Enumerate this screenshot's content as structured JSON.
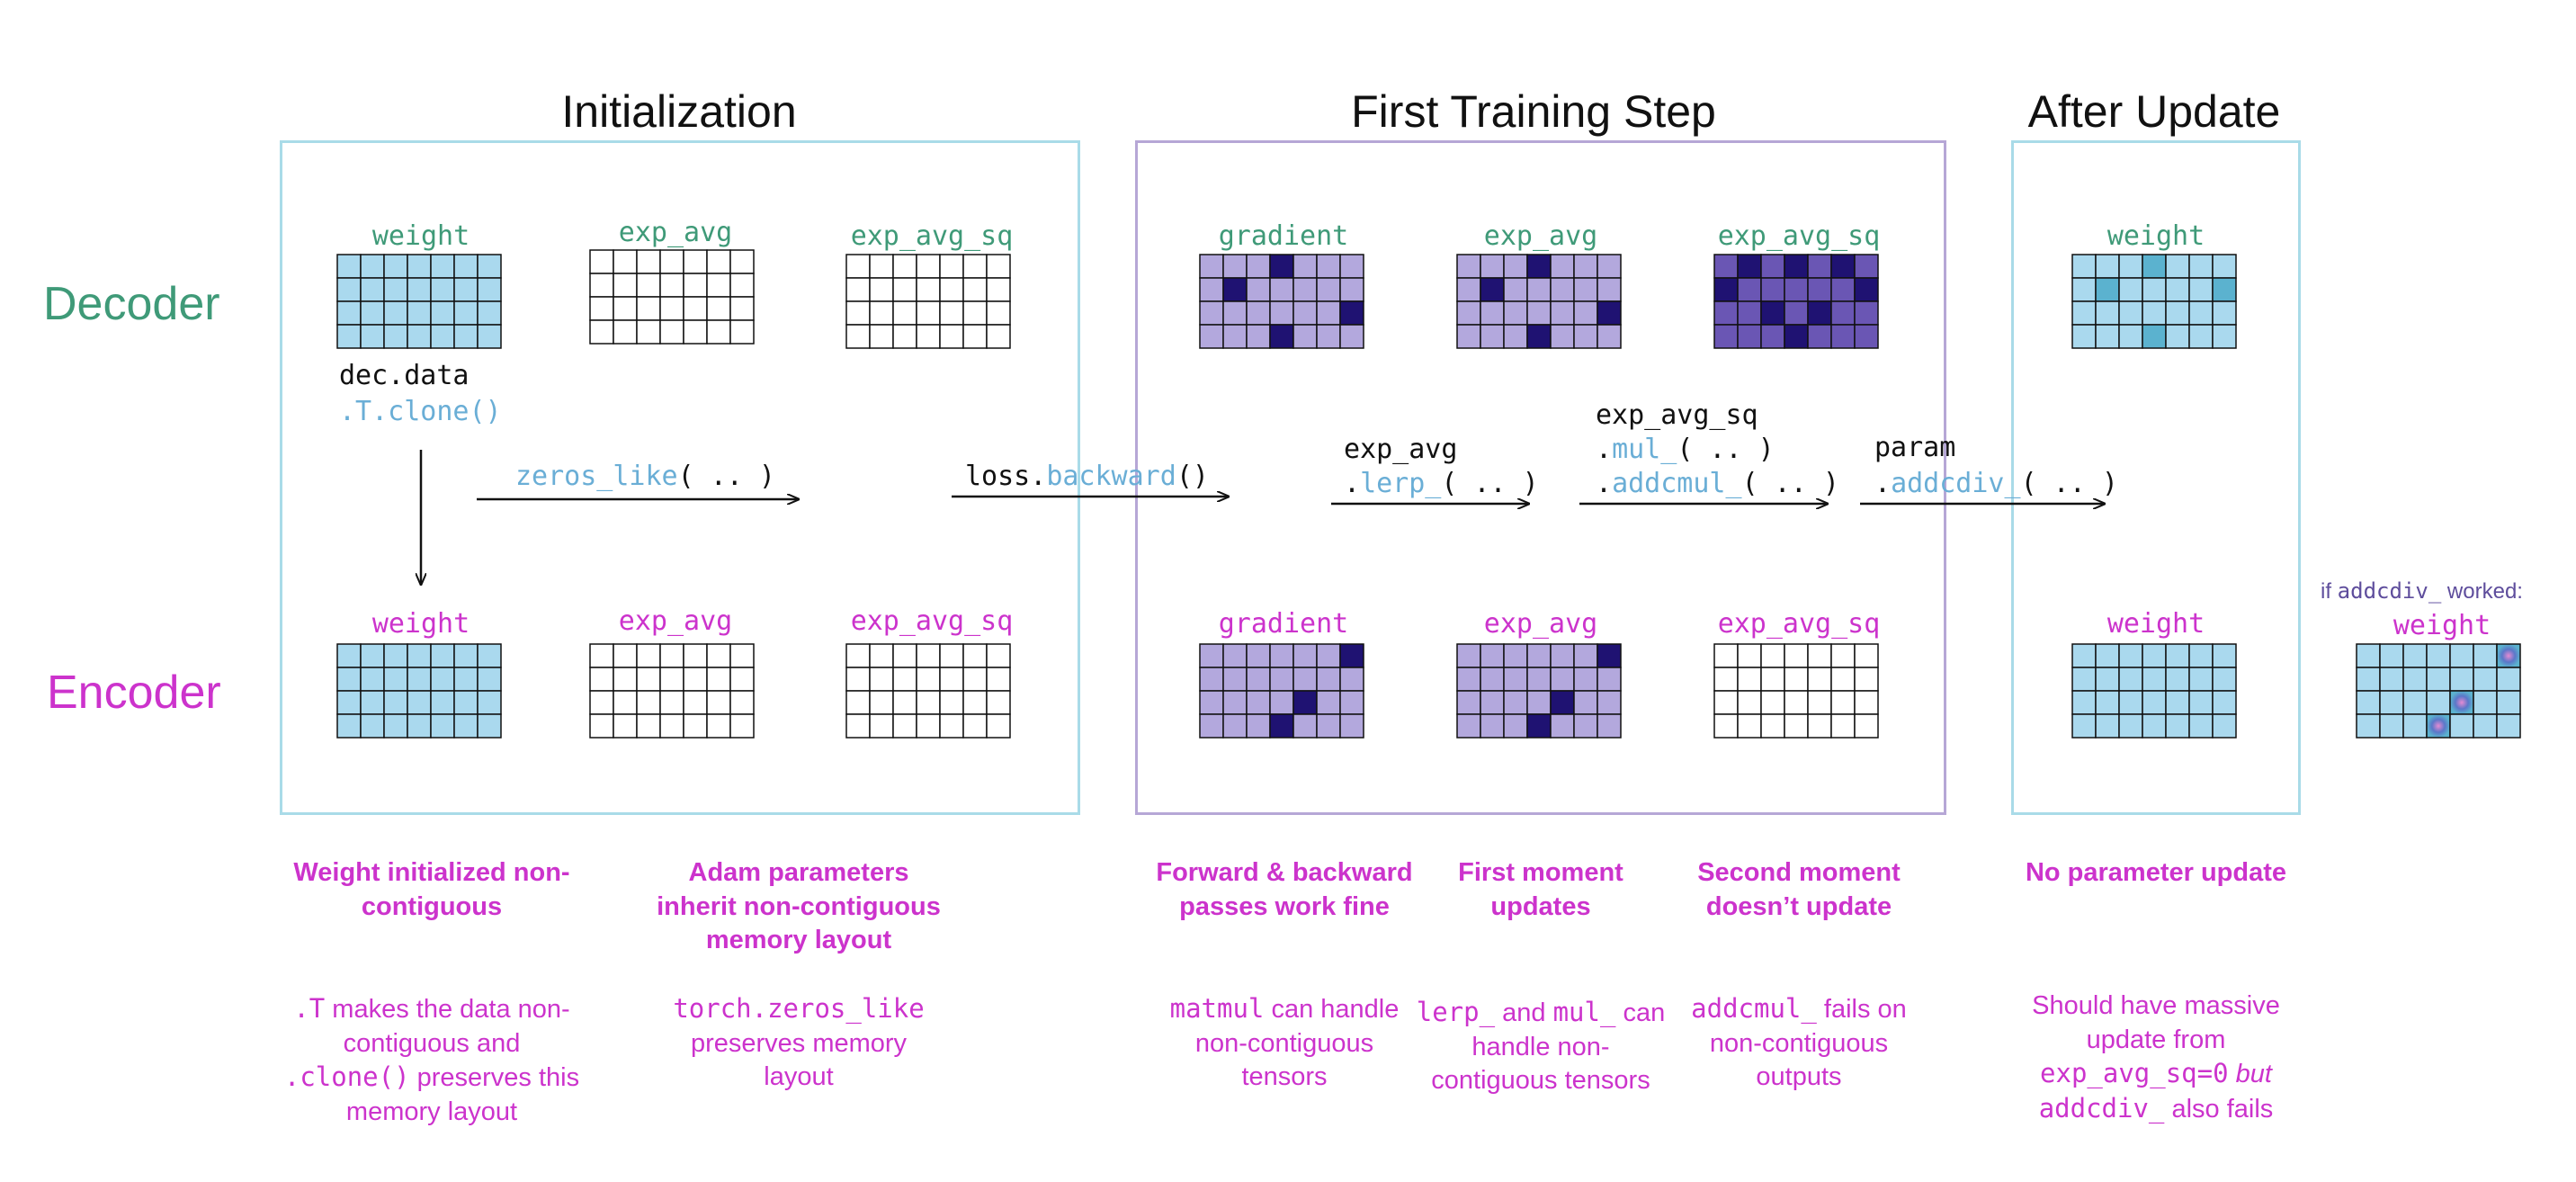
{
  "colors": {
    "decoder": "#3f9a78",
    "encoder": "#cc33cc",
    "init_frame": "#a9dbe8",
    "train_frame": "#b6a7d6",
    "cell_blue": "#aad9ee",
    "cell_light_purple": "#b3a8dd",
    "cell_dark": "#1f1272",
    "cell_mid_purple": "#6a56b4",
    "cell_teal": "#5bb2cf",
    "code_highlight": "#6aaed6",
    "note_purple": "#5e4d9c"
  },
  "titles": {
    "initialization": "Initialization",
    "first_training_step": "First Training Step",
    "after_update": "After Update"
  },
  "row_labels": {
    "decoder": "Decoder",
    "encoder": "Encoder"
  },
  "grid_labels": {
    "dec_weight": "weight",
    "dec_exp_avg": "exp_avg",
    "dec_exp_avg_sq": "exp_avg_sq",
    "dec_gradient": "gradient",
    "dec_exp_avg_2": "exp_avg",
    "dec_exp_avg_sq_2": "exp_avg_sq",
    "dec_weight_after": "weight",
    "enc_weight": "weight",
    "enc_exp_avg": "exp_avg",
    "enc_exp_avg_sq": "exp_avg_sq",
    "enc_gradient": "gradient",
    "enc_exp_avg_2": "exp_avg",
    "enc_exp_avg_sq_2": "exp_avg_sq",
    "enc_weight_after": "weight",
    "enc_weight_hypo": "weight"
  },
  "hypo_note": {
    "prefix": "if ",
    "code": "addcdiv_",
    "suffix": " worked:"
  },
  "ops": {
    "dec_data": "dec.data",
    "t_clone": ".T.clone()",
    "zeros_like_fn": "zeros_like",
    "zeros_like_args": "( .. )",
    "loss_prefix": "loss.",
    "loss_fn": "backward",
    "loss_args": "()",
    "lerp_obj": "exp_avg",
    "lerp_dot": ".",
    "lerp_fn": "lerp_",
    "lerp_args": "( .. )",
    "sq_obj": "exp_avg_sq",
    "mul_dot": ".",
    "mul_fn": "mul_",
    "mul_args": "( .. )",
    "addcmul_dot": ".",
    "addcmul_fn": "addcmul_",
    "addcmul_args": "( .. )",
    "param_obj": "param",
    "addcdiv_dot": ".",
    "addcdiv_fn": "addcdiv_",
    "addcdiv_args": "( .. )"
  },
  "captions": {
    "c1": "Weight initialized non-contiguous",
    "c2": "Adam parameters inherit non-contiguous memory layout",
    "c3": "Forward & backward passes work fine",
    "c4": "First moment updates",
    "c5": "Second moment doesn’t update",
    "c6": "No parameter update"
  },
  "notes": {
    "n1_code1": ".T",
    "n1_text1": " makes the data non-contiguous and ",
    "n1_code2": ".clone()",
    "n1_text2": " preserves this memory layout",
    "n2_code": "torch.zeros_like",
    "n2_text": " preserves memory layout",
    "n3_code": "matmul",
    "n3_text": " can handle non-contiguous tensors",
    "n4_code1": "lerp_",
    "n4_text1": " and ",
    "n4_code2": "mul_",
    "n4_text2": " can handle non-contiguous tensors",
    "n5_code": "addcmul_",
    "n5_text": " fails on non-contiguous outputs",
    "n6_text1": "Should have massive update from ",
    "n6_code1": "exp_avg_sq=0",
    "n6_ital": " but",
    "n6_code2": "addcdiv_",
    "n6_text2": " also fails"
  }
}
